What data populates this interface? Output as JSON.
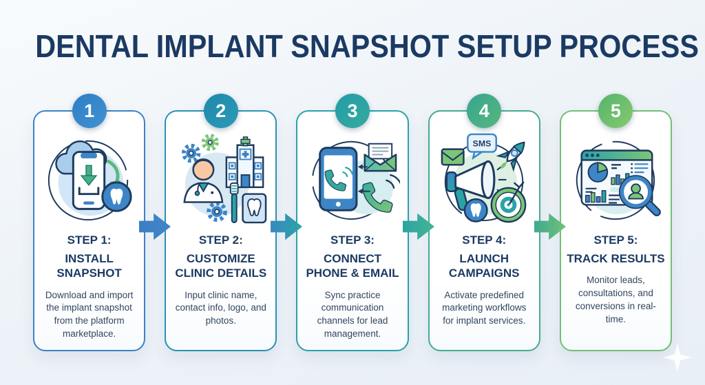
{
  "title": "DENTAL IMPLANT SNAPSHOT SETUP PROCESS",
  "palette": {
    "title_color": "#1b3a63",
    "heading_color": "#1b3a63",
    "body_color": "#32465f",
    "background": "#eef3f8",
    "card_background": "#ffffff",
    "icon_outline": "#1e3a5f",
    "icon_blue": "#3d85c6",
    "icon_teal": "#2ba3a6",
    "icon_green": "#7cc576"
  },
  "steps": [
    {
      "number": "1",
      "step_label": "STEP 1:",
      "name_lines": [
        "INSTALL",
        "SNAPSHOT"
      ],
      "description": "Download and import the implant snapshot from the platform marketplace.",
      "icon": "cloud-download-phone-tooth-icon",
      "border_color": "#3b82c6",
      "badge_color_from": "#2e7dc6",
      "badge_color_to": "#4193d2"
    },
    {
      "number": "2",
      "step_label": "STEP 2:",
      "name_lines": [
        "CUSTOMIZE",
        "CLINIC DETAILS"
      ],
      "description": "Input clinic name, contact info, logo, and photos.",
      "icon": "dentist-clinic-details-icon",
      "border_color": "#2a91b4",
      "badge_color_from": "#2088ab",
      "badge_color_to": "#2a9ab6"
    },
    {
      "number": "3",
      "step_label": "STEP 3:",
      "name_lines": [
        "CONNECT",
        "PHONE & EMAIL"
      ],
      "description": "Sync practice communication channels for lead management.",
      "icon": "phone-email-sync-icon",
      "border_color": "#2aa0ab",
      "badge_color_from": "#239da7",
      "badge_color_to": "#35aa9e"
    },
    {
      "number": "4",
      "step_label": "STEP 4:",
      "name_lines": [
        "LAUNCH",
        "CAMPAIGNS"
      ],
      "description": "Activate predefined marketing workflows for implant services.",
      "icon": "megaphone-campaign-icon",
      "border_color": "#45ab92",
      "badge_color_from": "#36a492",
      "badge_color_to": "#57b77c"
    },
    {
      "number": "5",
      "step_label": "STEP 5:",
      "name_lines": [
        "TRACK RESULTS"
      ],
      "description": "Monitor leads, consultations, and conversions in real-time.",
      "icon": "analytics-magnifier-icon",
      "border_color": "#6fc077",
      "badge_color_from": "#55b46a",
      "badge_color_to": "#85ca70"
    }
  ],
  "sms_badge_text": "SMS",
  "arrows": [
    {
      "color_from": "#3b7fc4",
      "color_to": "#3f86c8"
    },
    {
      "color_from": "#3889c2",
      "color_to": "#2ba4a6"
    },
    {
      "color_from": "#2da3a3",
      "color_to": "#44b693"
    },
    {
      "color_from": "#3fa98e",
      "color_to": "#70c277"
    }
  ]
}
